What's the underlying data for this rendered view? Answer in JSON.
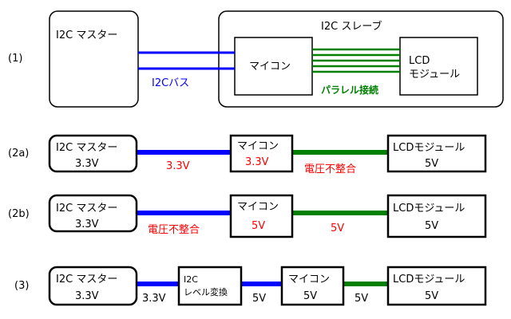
{
  "colors": {
    "i2c_bus": "#0000ff",
    "parallel_bus": "#008000",
    "warning": "#ff0000",
    "outline": "#000000"
  },
  "row1": {
    "index": "(1)",
    "master_label": "I2C マスター",
    "slave_label": "I2C スレーブ",
    "mcu_label": "マイコン",
    "lcd_line1": "LCD",
    "lcd_line2": "モジュール",
    "i2c_bus_label": "I2Cバス",
    "parallel_label": "パラレル接続"
  },
  "row2a": {
    "index": "(2a)",
    "master_line1": "I2C マスター",
    "master_line2": "3.3V",
    "bus_voltage": "3.3V",
    "mcu_line1": "マイコン",
    "mcu_line2": "3.3V",
    "mismatch": "電圧不整合",
    "lcd_line1": "LCDモジュール",
    "lcd_line2": "5V"
  },
  "row2b": {
    "index": "(2b)",
    "master_line1": "I2C マスター",
    "master_line2": "3.3V",
    "mismatch": "電圧不整合",
    "mcu_line1": "マイコン",
    "mcu_line2": "5V",
    "bus_voltage": "5V",
    "lcd_line1": "LCDモジュール",
    "lcd_line2": "5V"
  },
  "row3": {
    "index": "(3)",
    "master_line1": "I2C マスター",
    "master_line2": "3.3V",
    "seg1_voltage": "3.3V",
    "converter_line1": "I2C",
    "converter_line2": "レベル変換",
    "seg2_voltage": "5V",
    "mcu_line1": "マイコン",
    "mcu_line2": "5V",
    "seg3_voltage": "5V",
    "lcd_line1": "LCDモジュール",
    "lcd_line2": "5V"
  }
}
